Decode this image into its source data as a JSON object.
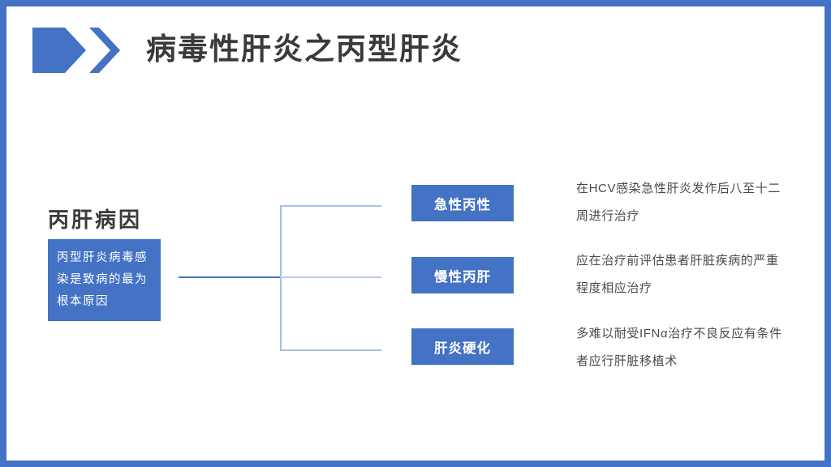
{
  "frame": {
    "border_color": "#4472C4",
    "background": "#FFFFFF"
  },
  "header": {
    "logo_icon": "double-chevron-arrow-icon",
    "title": "病毒性肝炎之丙型肝炎"
  },
  "cause": {
    "heading": "丙肝病因",
    "box_text": "丙型肝炎病毒感染是致病的最为根本原因",
    "box_color": "#4472C4"
  },
  "categories": [
    {
      "label": "急性丙性"
    },
    {
      "label": "慢性丙肝"
    },
    {
      "label": "肝炎硬化"
    }
  ],
  "descriptions": [
    {
      "text": "在HCV感染急性肝炎发作后八至十二周进行治疗"
    },
    {
      "text": "应在治疗前评估患者肝脏疾病的严重程度相应治疗"
    },
    {
      "text": "多难以耐受IFNα治疗不良反应有条件者应行肝脏移植术"
    }
  ],
  "connector": {
    "color": "#A8BEE3",
    "trunk_color": "#4472C4"
  }
}
